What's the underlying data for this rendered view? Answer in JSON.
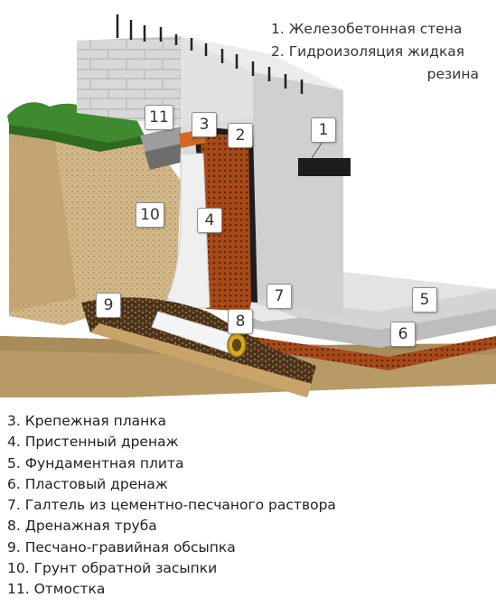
{
  "legend_top": [
    "1. Железобетонная стена",
    "2. Гидроизоляция жидкая",
    "резина"
  ],
  "legend_bottom": [
    "3. Крепежная планка",
    "4. Пристенный дренаж",
    "5. Фундаментная плита",
    "6. Пластовый дренаж",
    "7. Галтель из цементно-песчаного раствора",
    "8. Дренажная труба",
    "9. Песчано-гравийная обсыпка",
    "10. Грунт обратной засыпки",
    "11. Отмостка"
  ],
  "callouts": {
    "c1": "1",
    "c2": "2",
    "c3": "3",
    "c4": "4",
    "c5": "5",
    "c6": "6",
    "c7": "7",
    "c8": "8",
    "c9": "9",
    "c10": "10",
    "c11": "11"
  },
  "colors": {
    "concrete": "#d9d9d9",
    "soil": "#c9ae7c",
    "grass": "#3f8a2e",
    "membrane": "#b3541e",
    "waterproofing": "#1d1d1d",
    "gravel": "#5a3f22"
  }
}
